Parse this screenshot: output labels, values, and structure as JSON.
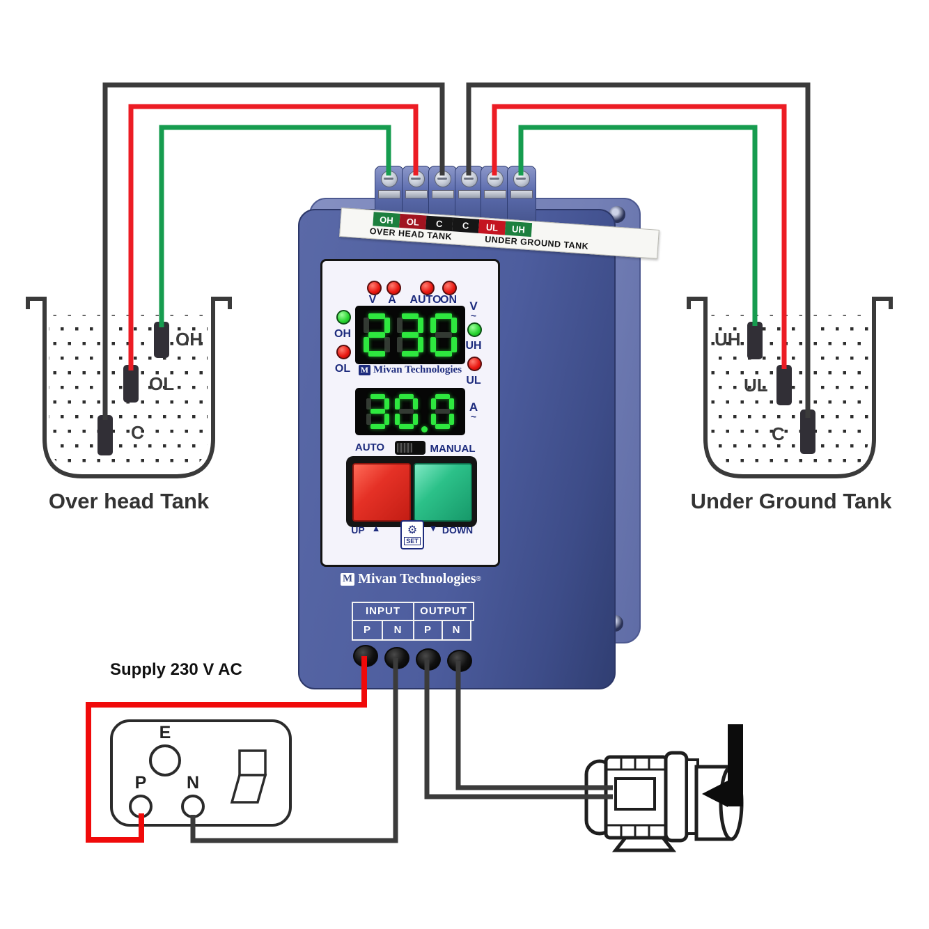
{
  "device": {
    "brand": "Mivan Technologies",
    "registered_mark": "®",
    "logo_letter": "M",
    "terminal_strip": {
      "cells": [
        {
          "label": "OH",
          "color": "#1c7f3e"
        },
        {
          "label": "OL",
          "color": "#a11420"
        },
        {
          "label": "C",
          "color": "#161616"
        },
        {
          "label": "C",
          "color": "#161616"
        },
        {
          "label": "UL",
          "color": "#c41420"
        },
        {
          "label": "UH",
          "color": "#1c7f3e"
        }
      ],
      "left_caption": "OVER HEAD TANK",
      "right_caption": "UNDER GROUND TANK"
    },
    "panel": {
      "top_leds": [
        "V",
        "A",
        "AUTO",
        "ON"
      ],
      "left_leds": [
        {
          "label": "OH",
          "color": "green"
        },
        {
          "label": "OL",
          "color": "red"
        }
      ],
      "right_leds": [
        {
          "label": "UH",
          "color": "green"
        },
        {
          "label": "UL",
          "color": "red"
        }
      ],
      "volt_unit": "V",
      "amp_unit": "A",
      "tilde": "~",
      "display_voltage": "230",
      "display_current": "30.0",
      "mode_left": "AUTO",
      "mode_right": "MANUAL",
      "up_label": "UP",
      "up_arrow": "▲",
      "down_label": "DOWN",
      "down_arrow": "▼",
      "set_label": "SET",
      "gear_icon": "⚙",
      "logo_text": "Mivan Technologies"
    },
    "io_panel": {
      "input_header": "INPUT",
      "output_header": "OUTPUT",
      "pins": [
        "P",
        "N",
        "P",
        "N"
      ]
    }
  },
  "tanks": {
    "left": {
      "title": "Over head Tank",
      "sensors": [
        "OH",
        "OL",
        "C"
      ]
    },
    "right": {
      "title": "Under Ground Tank",
      "sensors": [
        "UH",
        "UL",
        "C"
      ]
    }
  },
  "supply_label": "Supply 230 V AC",
  "socket": {
    "pins": [
      "E",
      "P",
      "N"
    ]
  },
  "colors": {
    "body_blue": "#4d5d9e",
    "panel_bg": "#f4f3fb",
    "wire_black": "#3b3b3b",
    "wire_red": "#ec1c24",
    "wire_green": "#169c4f",
    "digit_green": "#2ee83f",
    "button_red": "#e53126",
    "button_green": "#2cc189",
    "led_red": "#e81610",
    "led_green": "#27d32f",
    "strip_green": "#1c7f3e",
    "strip_red": "#b01621",
    "strip_black": "#161616"
  }
}
